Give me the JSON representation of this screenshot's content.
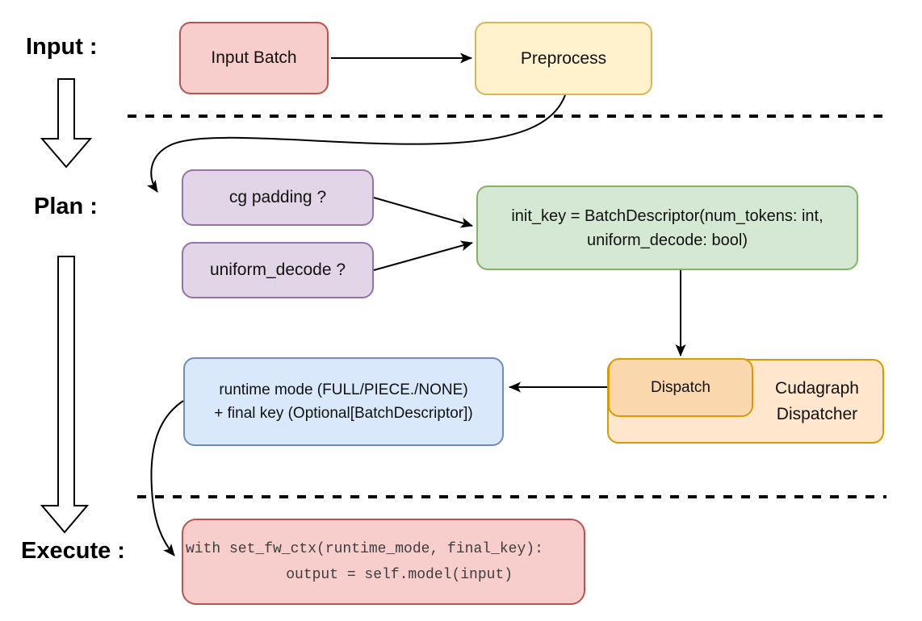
{
  "title": "Cudagraph dispatch flow diagram",
  "stages": {
    "input_label": "Input :",
    "plan_label": "Plan :",
    "execute_label": "Execute :"
  },
  "nodes": {
    "input_batch": {
      "label": "Input Batch"
    },
    "preprocess": {
      "label": "Preprocess"
    },
    "cg_padding": {
      "label": "cg padding ?"
    },
    "uniform_decode": {
      "label": "uniform_decode ?"
    },
    "init_key": {
      "lines": [
        "init_key = BatchDescriptor(num_tokens: int,",
        "uniform_decode: bool)"
      ]
    },
    "dispatch": {
      "label": "Dispatch"
    },
    "cudagraph_dispatcher": {
      "lines": [
        "Cudagraph",
        "Dispatcher"
      ]
    },
    "runtime_mode": {
      "lines": [
        "runtime mode (FULL/PIECE./NONE)",
        "+ final key (Optional[BatchDescriptor])"
      ]
    },
    "execute_code": {
      "code": "with set_fw_ctx(runtime_mode, final_key):\n        output = self.model(input)"
    }
  },
  "palette": {
    "red_fill": "#f8cecc",
    "red_stroke": "#b85450",
    "yellow_fill": "#fff2cc",
    "yellow_stroke": "#d6b656",
    "purple_fill": "#e1d5e7",
    "purple_stroke": "#9673a6",
    "green_fill": "#d5e8d4",
    "green_stroke": "#82b366",
    "blue_fill": "#dae8fc",
    "blue_stroke": "#6c8ebf",
    "orange_light_fill": "#ffe6cc",
    "orange_fill": "#fad7ac",
    "orange_stroke": "#d79b00",
    "edge_color": "#000000",
    "code_text_color": "#3d3d3d"
  }
}
